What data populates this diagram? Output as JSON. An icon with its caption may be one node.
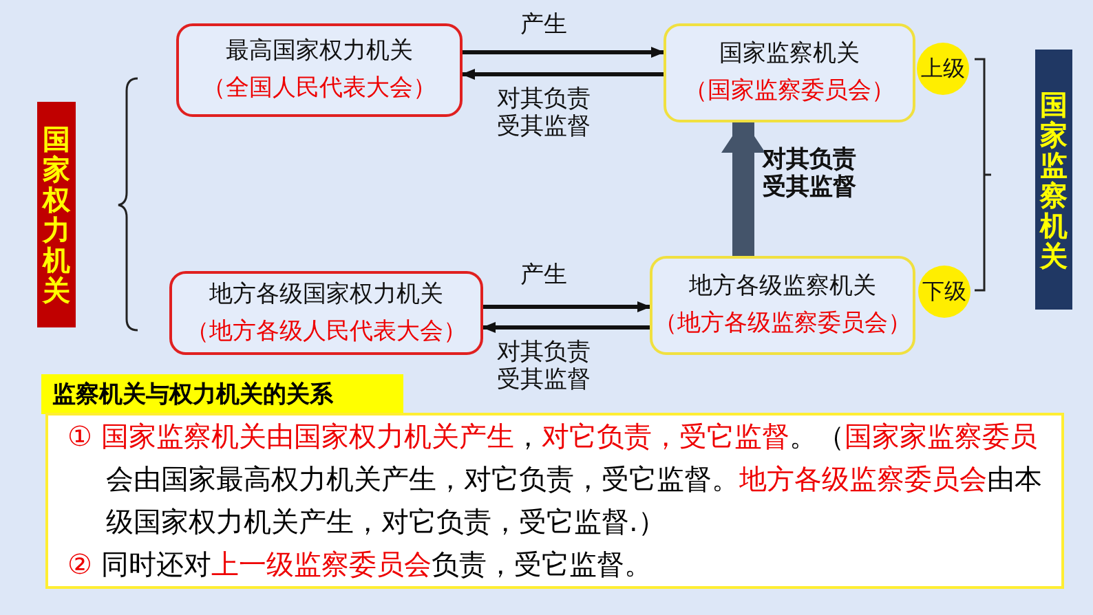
{
  "diagram": {
    "nodes": [
      {
        "text": [
          "国家权力机关"
        ]
      },
      {
        "text": [
          "最高国家权力机关",
          "（全国人民代表大会）"
        ]
      },
      {
        "text": [
          "国家监察机关",
          "（国家监察委员会）"
        ],
        "beside": [
          "上级"
        ]
      },
      {
        "text": [
          "地方各级国家权力机关",
          "（地方各级人民代表大会）"
        ]
      },
      {
        "text": [
          "地方各级监察机关",
          "（地方各级监察委员会）"
        ],
        "beside": [
          "下级"
        ]
      },
      {
        "text": [
          "国家监察机关"
        ]
      },
      {
        "text": [
          "监察机关与权力机关的关系"
        ]
      },
      {
        "text": [
          "**① 国家监察机关由国家权力机关产生**，**对它负责，受它监督**。（**国家家监察委员**会由国家最高权力机关产生，对它负责，受它监督。**地方各级监察委员会**由本级国家权力机关产生，对它负责，受它监督.）",
          "**②** 同时还对**上一级监察委员会**负责，受它监督。"
        ]
      }
    ],
    "edges": [
      {
        "from": 1,
        "to": 2,
        "arrow": "to",
        "label": "产生"
      },
      {
        "from": 2,
        "to": 1,
        "arrow": "to",
        "label": "对其负责受其监督"
      },
      {
        "from": 3,
        "to": 4,
        "arrow": "to",
        "label": "产生"
      },
      {
        "from": 4,
        "to": 3,
        "arrow": "to",
        "label": "对其负责受其监督"
      },
      {
        "from": 4,
        "to": 2,
        "arrow": "to",
        "label": "对其负责受其监督",
        "style": "thick",
        "color": "#44546a"
      }
    ]
  }
}
